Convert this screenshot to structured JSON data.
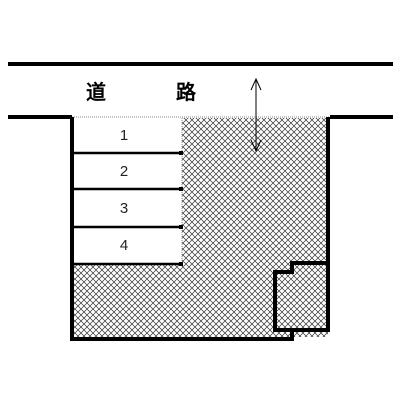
{
  "road": {
    "label_char_1": "道",
    "label_char_2": "路"
  },
  "parking_spaces": [
    {
      "label": "1"
    },
    {
      "label": "2"
    },
    {
      "label": "3"
    },
    {
      "label": "4"
    }
  ],
  "colors": {
    "line": "#000000",
    "hatch": "#333333",
    "background": "#ffffff",
    "divider": "#888888"
  },
  "icons": {
    "access_arrow": "double-headed-vertical-arrow-icon"
  }
}
